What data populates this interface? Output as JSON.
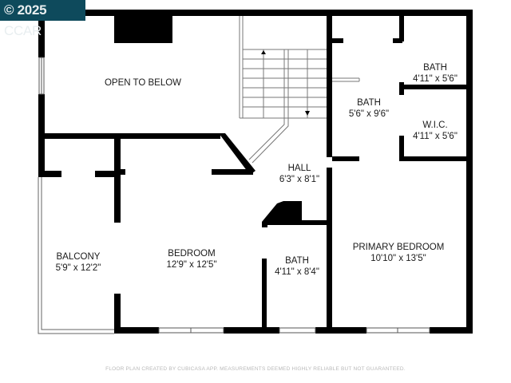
{
  "watermark": {
    "year_text": "© 2025",
    "org": "CCAR",
    "bg_color": "#0e4a5c"
  },
  "rooms": [
    {
      "name": "OPEN TO BELOW",
      "dimensions": ""
    },
    {
      "name": "BATH",
      "dimensions": "4'11\" x 5'6\""
    },
    {
      "name": "BATH",
      "dimensions": "5'6\" x 9'6\""
    },
    {
      "name": "W.I.C.",
      "dimensions": "4'11\" x 5'6\""
    },
    {
      "name": "HALL",
      "dimensions": "6'3\" x 8'1\""
    },
    {
      "name": "BALCONY",
      "dimensions": "5'9\" x 12'2\""
    },
    {
      "name": "BEDROOM",
      "dimensions": "12'9\" x 12'5\""
    },
    {
      "name": "BATH",
      "dimensions": "4'11\" x 8'4\""
    },
    {
      "name": "PRIMARY BEDROOM",
      "dimensions": "10'10\" x 13'5\""
    }
  ],
  "footer": {
    "disclaimer": "FLOOR PLAN CREATED BY CUBICASA APP. MEASUREMENTS DEEMED HIGHLY RELIABLE BUT NOT GUARANTEED."
  },
  "colors": {
    "wall": "#000000",
    "background": "#ffffff",
    "text": "#1a1a1a",
    "footer_text": "#b9b9b9"
  }
}
